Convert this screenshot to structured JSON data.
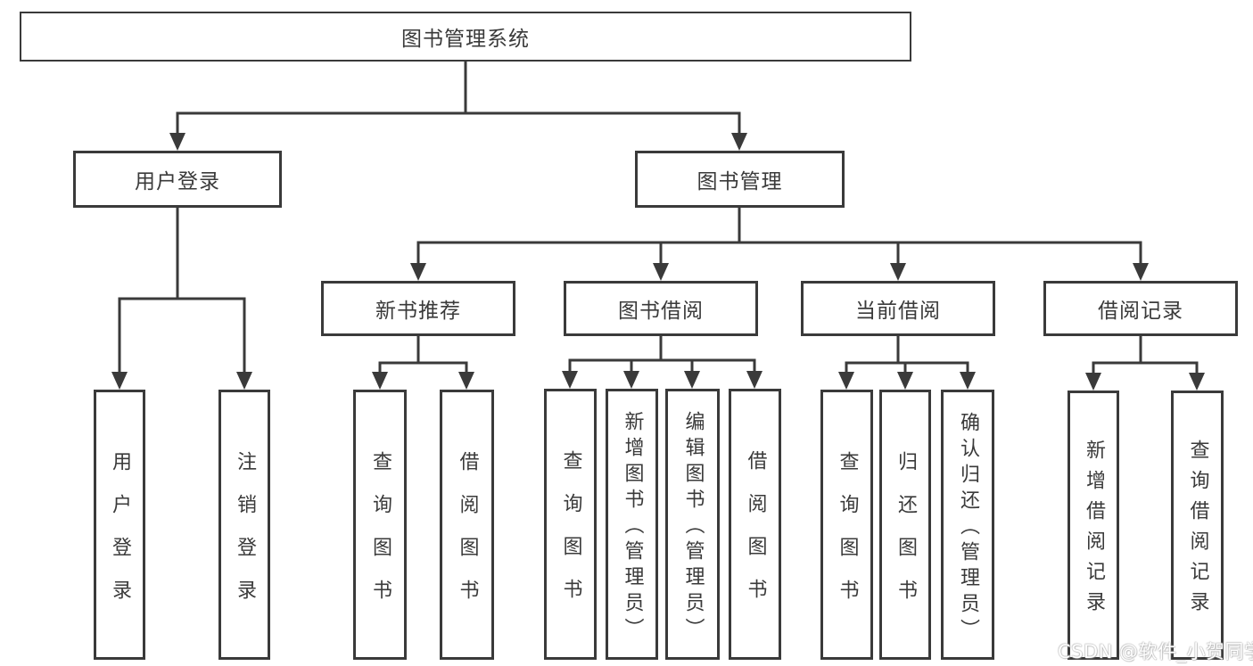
{
  "diagram": {
    "watermark": "CSDN @软件_小贺同学",
    "colors": {
      "line": "#3a3a3a",
      "box_border": "#3a3a3a",
      "text": "#3a3a3a",
      "background": "#ffffff",
      "watermark_text": "#dddddd"
    },
    "root": {
      "label": "图书管理系统",
      "children": [
        {
          "label": "用户登录",
          "children": [
            {
              "label": "用户登录"
            },
            {
              "label": "注销登录"
            }
          ]
        },
        {
          "label": "图书管理",
          "children": [
            {
              "label": "新书推荐",
              "children": [
                {
                  "label": "查询图书"
                },
                {
                  "label": "借阅图书"
                }
              ]
            },
            {
              "label": "图书借阅",
              "children": [
                {
                  "label": "查询图书"
                },
                {
                  "label": "新增图书（管理员）"
                },
                {
                  "label": "编辑图书（管理员）"
                },
                {
                  "label": "借阅图书"
                }
              ]
            },
            {
              "label": "当前借阅",
              "children": [
                {
                  "label": "查询图书"
                },
                {
                  "label": "归还图书"
                },
                {
                  "label": "确认归还（管理员）"
                }
              ]
            },
            {
              "label": "借阅记录",
              "children": [
                {
                  "label": "新增借阅记录"
                },
                {
                  "label": "查询借阅记录"
                }
              ]
            }
          ]
        }
      ]
    }
  }
}
